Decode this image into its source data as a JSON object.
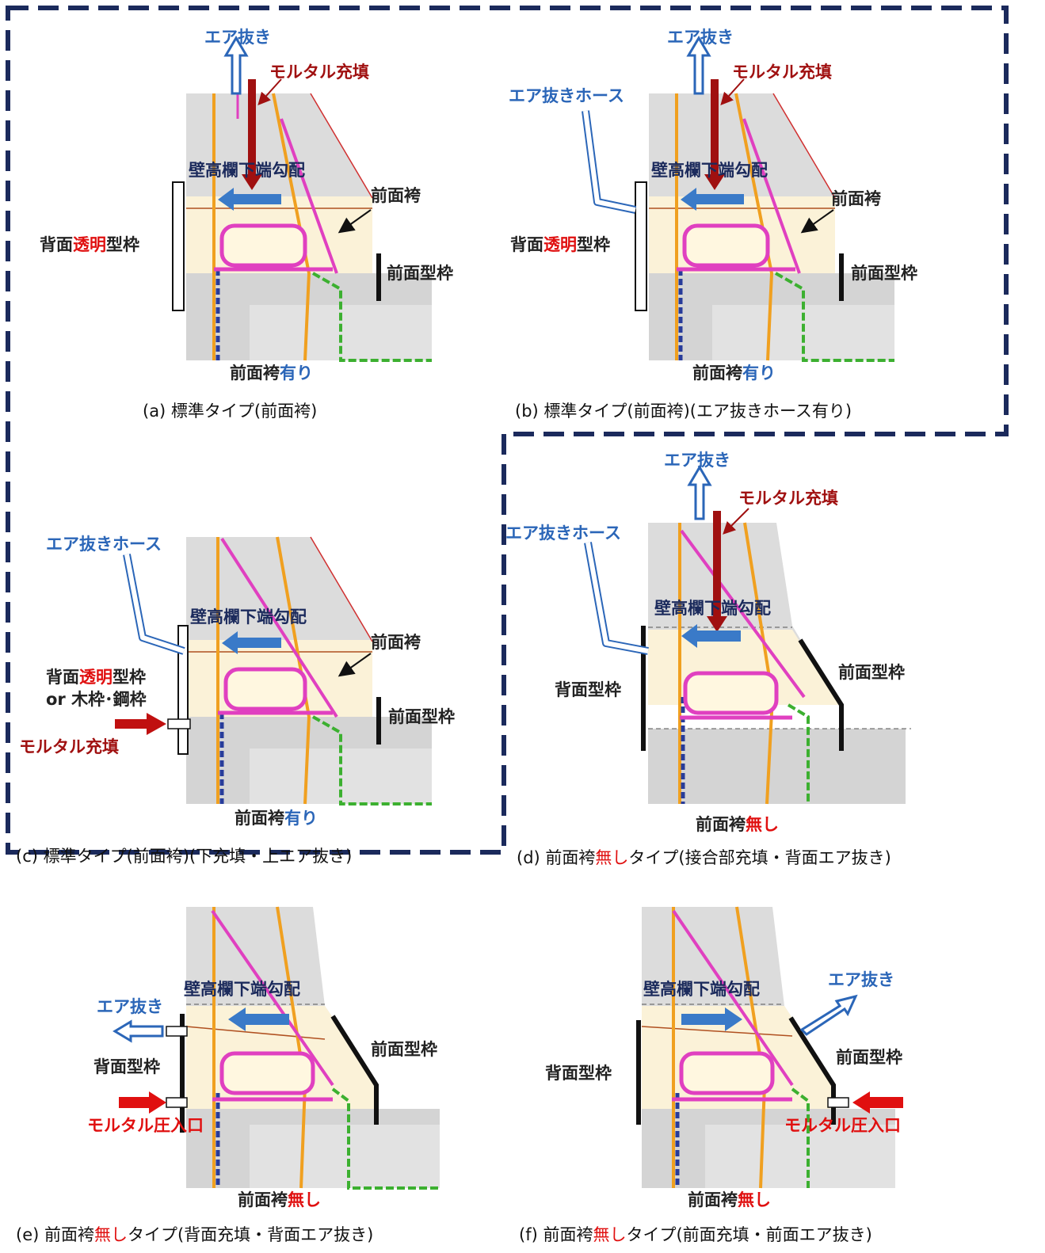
{
  "colors": {
    "frame": "#1b2a5c",
    "air": "#2b66b8",
    "mortar": "#a01010",
    "red": "#e01010",
    "concrete": "#d9d9d9",
    "fill_zone": "#fbf2d8",
    "rebar_orange": "#f0a020",
    "rebar_pink": "#e040c0",
    "rebar_blue": "#283c9a",
    "rebar_green": "#3cb030"
  },
  "labels": {
    "air_vent": "エア抜き",
    "mortar_fill": "モルタル充填",
    "slope": "壁高欄下端勾配",
    "front_skirt": "前面袴",
    "front_form": "前面型枠",
    "back_form": "背面型枠",
    "back_form_pre": "背面",
    "transparent": "透明",
    "form_suffix": "型枠",
    "or_wood_steel": "or 木枠･鋼枠",
    "air_hose": "エア抜きホース",
    "mortar_pressure_inlet": "モルタル圧入口",
    "skirt_base": "前面袴",
    "with": "有り",
    "without": "無し"
  },
  "captions": {
    "a": "(a) 標準タイプ(前面袴)",
    "b": "(b) 標準タイプ(前面袴)(エア抜きホース有り)",
    "c": "(c) 標準タイプ(前面袴)(下充填・上エア抜き)",
    "d_pre": "(d) 前面袴",
    "d_post": "タイプ(接合部充填・背面エア抜き)",
    "e_pre": "(e) 前面袴",
    "e_post": "タイプ(背面充填・背面エア抜き)",
    "f_pre": "(f) 前面袴",
    "f_post": "タイプ(前面充填・前面エア抜き)",
    "nashi": "無し"
  },
  "icons": [
    "air-outflow-arrow-icon",
    "mortar-inflow-arrow-icon",
    "slope-flow-arrow-icon",
    "pointer-arrow-icon"
  ]
}
